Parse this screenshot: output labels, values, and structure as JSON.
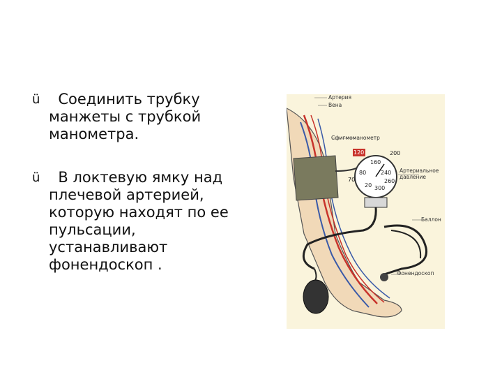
{
  "bullets": [
    {
      "marker": "ü",
      "text": "  Соединить трубку\nманжеты с трубкой\nманометра."
    },
    {
      "marker": "ü",
      "text": "  В локтевую ямку над\nплечевой артерией,\nкоторую находят по ее\nпульсации,\nустанавливают\nфонендоскоп ."
    }
  ],
  "figure": {
    "labels": {
      "artery": "Артерия",
      "vein": "Вена",
      "sphygmomanometer": "Сфигмоманометр",
      "arterial_pressure": "Артериальное\nдавление",
      "bulb": "Баллон",
      "stethoscope": "Фонендоскоп"
    },
    "dial": {
      "red_value": "120",
      "scale": [
        "160",
        "200",
        "240",
        "80",
        "70",
        "260",
        "300",
        "20"
      ]
    },
    "colors": {
      "artery": "#c8332b",
      "vein": "#3a5aa8",
      "cuff": "#7a7a5e",
      "background": "#faf4dc"
    }
  }
}
